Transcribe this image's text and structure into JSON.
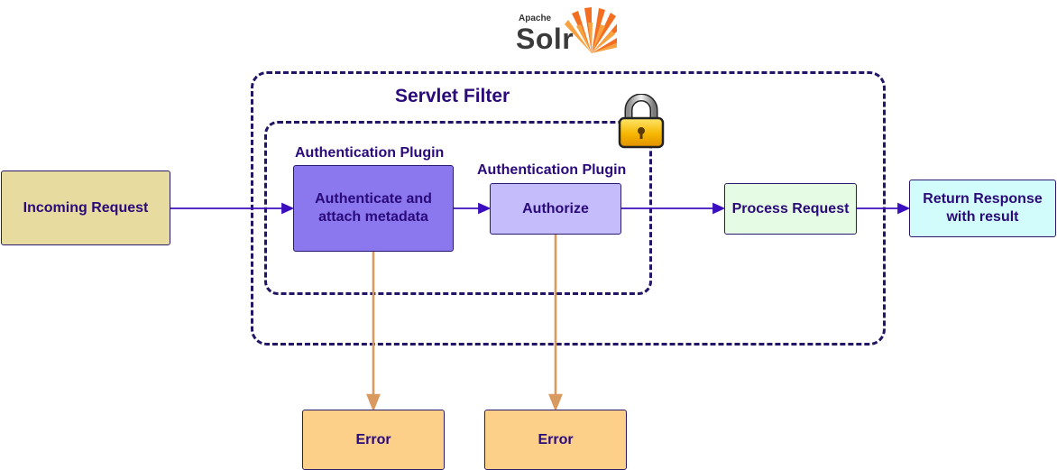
{
  "logo": {
    "apache": "Apache",
    "solr": "Solr"
  },
  "frames": {
    "servlet_filter": "Servlet Filter"
  },
  "labels": {
    "auth_plugin_1": "Authentication Plugin",
    "auth_plugin_2": "Authentication Plugin"
  },
  "nodes": {
    "incoming": "Incoming Request",
    "authenticate_line1": "Authenticate and",
    "authenticate_line2": "attach metadata",
    "authorize": "Authorize",
    "process": "Process Request",
    "return_line1": "Return Response",
    "return_line2": "with result",
    "error_1": "Error",
    "error_2": "Error"
  },
  "colors": {
    "incoming": "#e8dba0",
    "authenticate": "#8b78ee",
    "authorize": "#c5bdfb",
    "process": "#e6fbe3",
    "return": "#d2fbfb",
    "error": "#fdd08a",
    "flow_arrow": "#3b0fbf",
    "error_arrow": "#d89a5e",
    "frame": "#221466"
  },
  "icons": [
    "solr-sunburst-icon",
    "padlock-icon"
  ]
}
